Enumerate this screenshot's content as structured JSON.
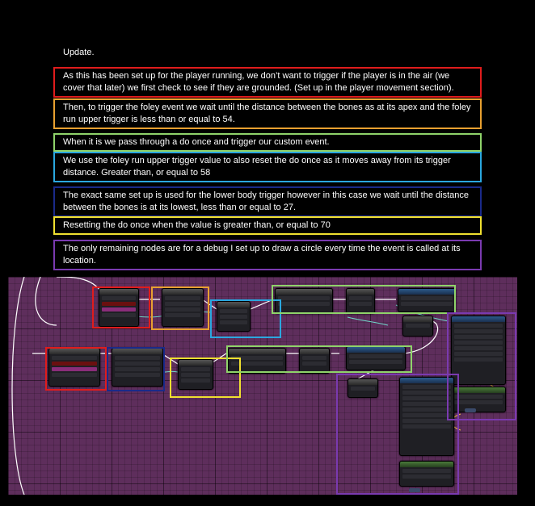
{
  "title": "Update.",
  "notes": [
    {
      "text": "As this has been set up for the player running, we don’t want to trigger if the player is in the air (we cover that later) we first check to see if they are grounded. (Set up in the player movement section).",
      "color": "#e01c1c"
    },
    {
      "text": "Then, to trigger the foley event we wait until the distance between the bones as at its apex and the foley run upper trigger is less than or equal to 54.",
      "color": "#e8a030"
    },
    {
      "text": "When it is we pass through a do once and trigger our custom event.",
      "color": "#8fd36a"
    },
    {
      "text": "We use the foley run upper trigger value to also reset the do once as it moves away from its trigger distance. Greater than, or equal to 58",
      "color": "#2aa7df"
    },
    {
      "text": "The exact same set up is used for the lower body trigger however in this case we wait until the distance between the bones is at its lowest, less than or equal to 27.",
      "color": "#1a2a8a"
    },
    {
      "text": "Resetting the do once when the value is greater than, or equal to 70",
      "color": "#f0e030"
    },
    {
      "text": "The only remaining nodes are for a debug I set up to draw a circle every time the event is called at its location.",
      "color": "#7a3ab0"
    }
  ],
  "colors": {
    "canvas": "#5e2e5c"
  }
}
